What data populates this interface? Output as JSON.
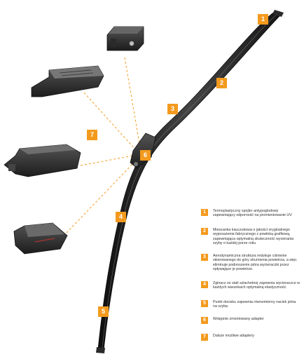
{
  "badges": [
    "1",
    "2",
    "3",
    "4",
    "5",
    "6",
    "7"
  ],
  "legend": [
    {
      "num": "1",
      "text": "Termoplastyczny spojler antypoglodowy zapewniający odporność na promieniowanie UV"
    },
    {
      "num": "2",
      "text": "Mieszanka kauczukowa o jakości oryginalnego wyposażenia fabrycznego z powłoką grafitową, zapewniająca optymalną skuteczność wycierania szyby o każdej porze roku"
    },
    {
      "num": "3",
      "text": "Aerodynamiczna struktura redukuje ciśnienie skierowanego do góry strumienia powietrza, a więc eliminuje podnoszenie pióra wycieraczki przez opływające je powietrze."
    },
    {
      "num": "4",
      "text": "Zginacz ze stali szlachetnej zapewnia wycieraczce w każdych warunkach optymalną elastyczność."
    },
    {
      "num": "5",
      "text": "Punkt docisku zapewnia równomierny nacisk pióra na szybę."
    },
    {
      "num": "6",
      "text": "Wstępnie zmontowany adapter"
    },
    {
      "num": "7",
      "text": "Dalsze możliwe adaptery"
    }
  ],
  "colors": {
    "accent": "#f39a1e",
    "blade": "#1f1f1f",
    "adapter": "#3a3a3a"
  }
}
